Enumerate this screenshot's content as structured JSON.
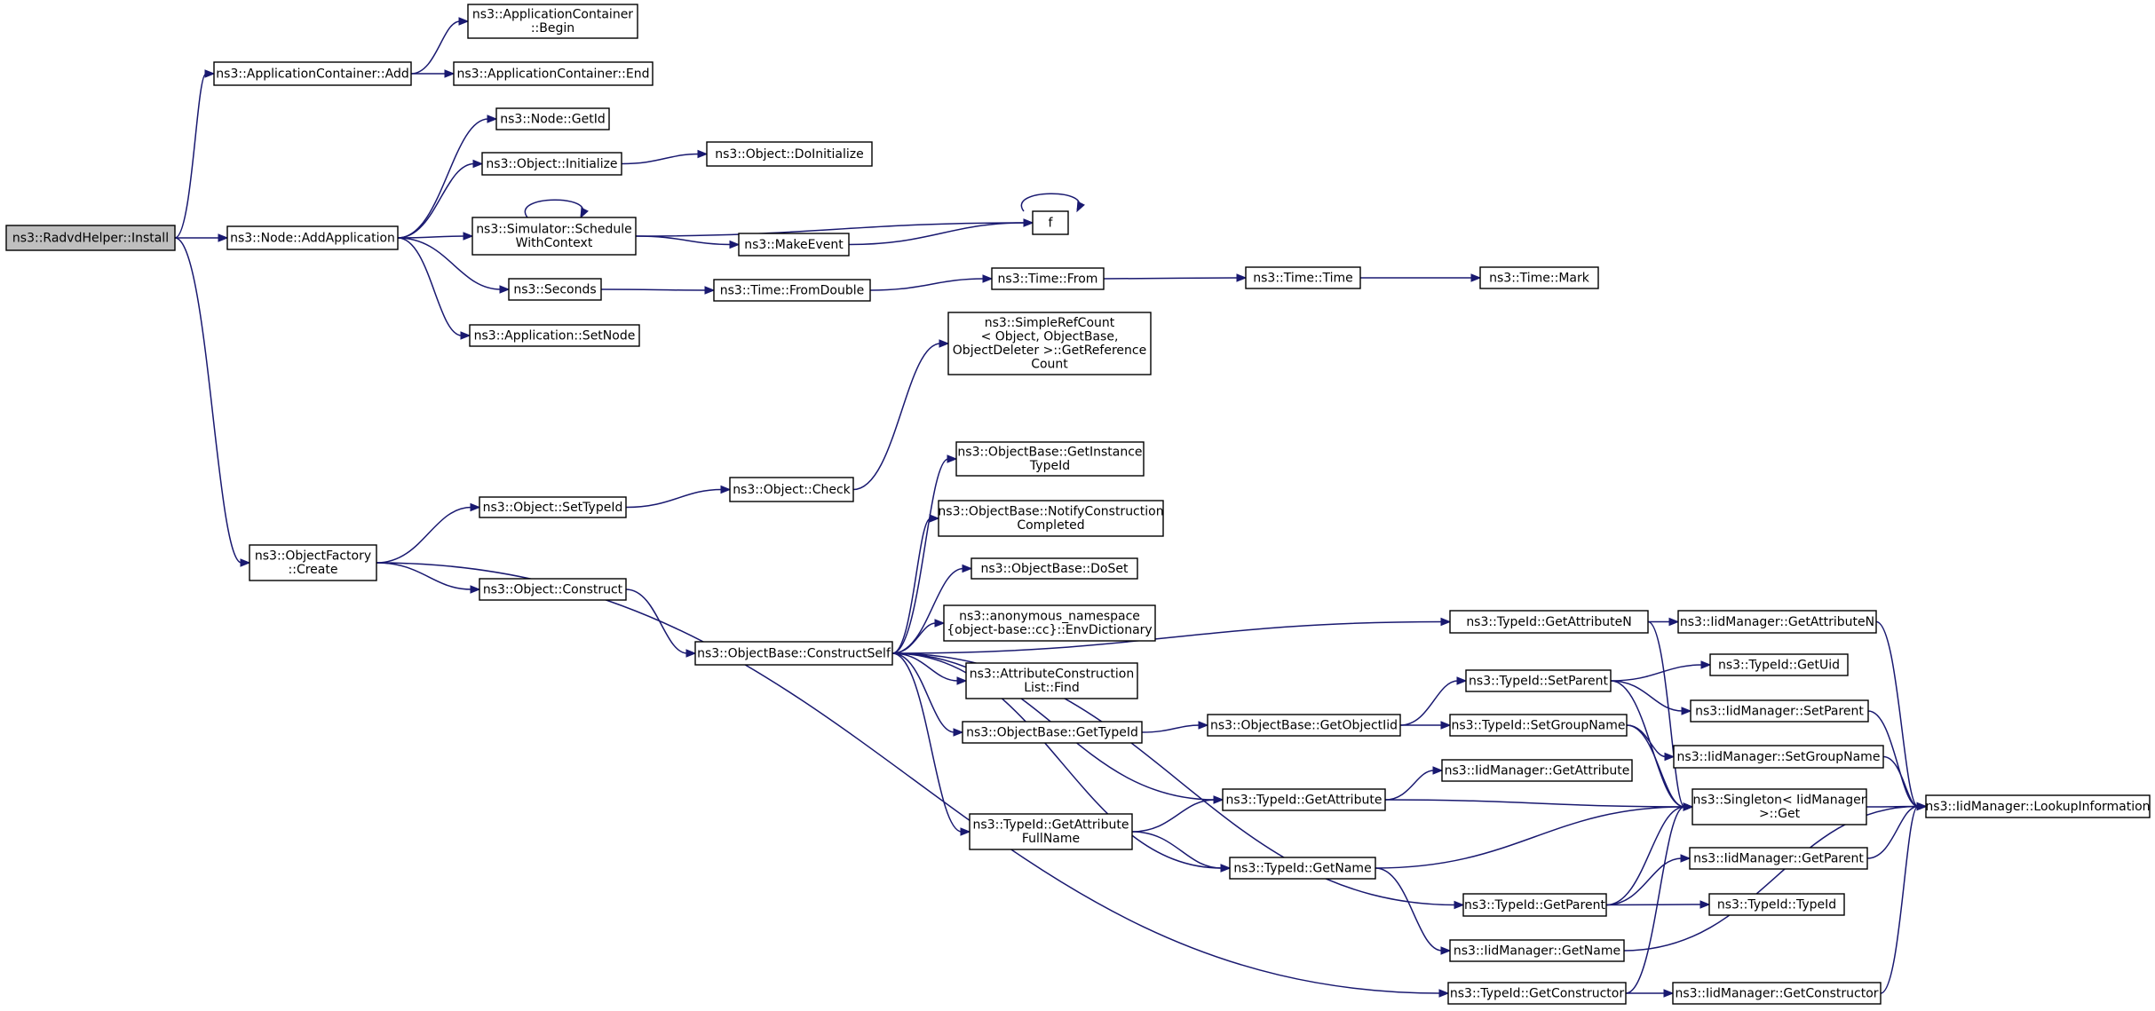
{
  "graph": {
    "nodes": [
      {
        "id": "n0",
        "lines": [
          "ns3::RadvdHelper::Install"
        ],
        "root": true
      },
      {
        "id": "n1",
        "lines": [
          "ns3::ApplicationContainer::Add"
        ]
      },
      {
        "id": "n2",
        "lines": [
          "ns3::ApplicationContainer",
          "::Begin"
        ]
      },
      {
        "id": "n3",
        "lines": [
          "ns3::ApplicationContainer::End"
        ]
      },
      {
        "id": "n4",
        "lines": [
          "ns3::Node::AddApplication"
        ]
      },
      {
        "id": "n5",
        "lines": [
          "ns3::Node::GetId"
        ]
      },
      {
        "id": "n6",
        "lines": [
          "ns3::Object::Initialize"
        ]
      },
      {
        "id": "n7",
        "lines": [
          "ns3::Object::DoInitialize"
        ]
      },
      {
        "id": "n8",
        "lines": [
          "ns3::Simulator::Schedule",
          "WithContext"
        ]
      },
      {
        "id": "n9",
        "lines": [
          "f"
        ]
      },
      {
        "id": "n10",
        "lines": [
          "ns3::MakeEvent"
        ]
      },
      {
        "id": "n11",
        "lines": [
          "ns3::Seconds"
        ]
      },
      {
        "id": "n12",
        "lines": [
          "ns3::Time::FromDouble"
        ]
      },
      {
        "id": "n13",
        "lines": [
          "ns3::Time::From"
        ]
      },
      {
        "id": "n14",
        "lines": [
          "ns3::Time::Time"
        ]
      },
      {
        "id": "n15",
        "lines": [
          "ns3::Time::Mark"
        ]
      },
      {
        "id": "n16",
        "lines": [
          "ns3::Application::SetNode"
        ]
      },
      {
        "id": "n17",
        "lines": [
          "ns3::ObjectFactory",
          "::Create"
        ]
      },
      {
        "id": "n18",
        "lines": [
          "ns3::Object::SetTypeId"
        ]
      },
      {
        "id": "n19",
        "lines": [
          "ns3::Object::Check"
        ]
      },
      {
        "id": "n20",
        "lines": [
          "ns3::SimpleRefCount",
          "< Object, ObjectBase,",
          "ObjectDeleter >::GetReference",
          "Count"
        ]
      },
      {
        "id": "n21",
        "lines": [
          "ns3::Object::Construct"
        ]
      },
      {
        "id": "n22",
        "lines": [
          "ns3::ObjectBase::ConstructSelf"
        ]
      },
      {
        "id": "n23",
        "lines": [
          "ns3::ObjectBase::GetInstance",
          "TypeId"
        ]
      },
      {
        "id": "n24",
        "lines": [
          "ns3::ObjectBase::NotifyConstruction",
          "Completed"
        ]
      },
      {
        "id": "n25",
        "lines": [
          "ns3::ObjectBase::DoSet"
        ]
      },
      {
        "id": "n26",
        "lines": [
          "ns3::anonymous_namespace",
          "{object-base::cc}::EnvDictionary"
        ]
      },
      {
        "id": "n27",
        "lines": [
          "ns3::AttributeConstruction",
          "List::Find"
        ]
      },
      {
        "id": "n28",
        "lines": [
          "ns3::ObjectBase::GetTypeId"
        ]
      },
      {
        "id": "n29",
        "lines": [
          "ns3::ObjectBase::GetObjectIid"
        ]
      },
      {
        "id": "n30",
        "lines": [
          "ns3::TypeId::GetAttributeN"
        ]
      },
      {
        "id": "n31",
        "lines": [
          "ns3::IidManager::GetAttributeN"
        ]
      },
      {
        "id": "n32",
        "lines": [
          "ns3::TypeId::SetParent"
        ]
      },
      {
        "id": "n33",
        "lines": [
          "ns3::TypeId::GetUid"
        ]
      },
      {
        "id": "n34",
        "lines": [
          "ns3::IidManager::SetParent"
        ]
      },
      {
        "id": "n35",
        "lines": [
          "ns3::TypeId::SetGroupName"
        ]
      },
      {
        "id": "n36",
        "lines": [
          "ns3::IidManager::SetGroupName"
        ]
      },
      {
        "id": "n37",
        "lines": [
          "ns3::IidManager::GetAttribute"
        ]
      },
      {
        "id": "n38",
        "lines": [
          "ns3::TypeId::GetAttribute"
        ]
      },
      {
        "id": "n39",
        "lines": [
          "ns3::Singleton< IidManager",
          ">::Get"
        ]
      },
      {
        "id": "n40",
        "lines": [
          "ns3::IidManager::LookupInformation"
        ]
      },
      {
        "id": "n41",
        "lines": [
          "ns3::TypeId::GetAttribute",
          "FullName"
        ]
      },
      {
        "id": "n42",
        "lines": [
          "ns3::TypeId::GetName"
        ]
      },
      {
        "id": "n43",
        "lines": [
          "ns3::IidManager::GetParent"
        ]
      },
      {
        "id": "n44",
        "lines": [
          "ns3::TypeId::GetParent"
        ]
      },
      {
        "id": "n45",
        "lines": [
          "ns3::TypeId::TypeId"
        ]
      },
      {
        "id": "n46",
        "lines": [
          "ns3::IidManager::GetName"
        ]
      },
      {
        "id": "n47",
        "lines": [
          "ns3::TypeId::GetConstructor"
        ]
      },
      {
        "id": "n48",
        "lines": [
          "ns3::IidManager::GetConstructor"
        ]
      }
    ],
    "edges": [
      [
        "n0",
        "n1"
      ],
      [
        "n0",
        "n4"
      ],
      [
        "n0",
        "n17"
      ],
      [
        "n1",
        "n2"
      ],
      [
        "n1",
        "n3"
      ],
      [
        "n4",
        "n5"
      ],
      [
        "n4",
        "n6"
      ],
      [
        "n4",
        "n8"
      ],
      [
        "n4",
        "n11"
      ],
      [
        "n4",
        "n16"
      ],
      [
        "n6",
        "n7"
      ],
      [
        "n8",
        "n8"
      ],
      [
        "n8",
        "n9"
      ],
      [
        "n8",
        "n10"
      ],
      [
        "n9",
        "n9"
      ],
      [
        "n10",
        "n9"
      ],
      [
        "n11",
        "n12"
      ],
      [
        "n12",
        "n13"
      ],
      [
        "n13",
        "n14"
      ],
      [
        "n14",
        "n15"
      ],
      [
        "n17",
        "n18"
      ],
      [
        "n17",
        "n21"
      ],
      [
        "n17",
        "n47"
      ],
      [
        "n18",
        "n19"
      ],
      [
        "n19",
        "n20"
      ],
      [
        "n21",
        "n22"
      ],
      [
        "n22",
        "n30"
      ],
      [
        "n22",
        "n23"
      ],
      [
        "n22",
        "n24"
      ],
      [
        "n22",
        "n25"
      ],
      [
        "n22",
        "n26"
      ],
      [
        "n22",
        "n27"
      ],
      [
        "n22",
        "n28"
      ],
      [
        "n22",
        "n38"
      ],
      [
        "n22",
        "n41"
      ],
      [
        "n22",
        "n42"
      ],
      [
        "n22",
        "n44"
      ],
      [
        "n28",
        "n29"
      ],
      [
        "n29",
        "n32"
      ],
      [
        "n29",
        "n35"
      ],
      [
        "n30",
        "n31"
      ],
      [
        "n30",
        "n39"
      ],
      [
        "n31",
        "n40"
      ],
      [
        "n32",
        "n33"
      ],
      [
        "n32",
        "n34"
      ],
      [
        "n32",
        "n39"
      ],
      [
        "n34",
        "n40"
      ],
      [
        "n35",
        "n36"
      ],
      [
        "n35",
        "n39"
      ],
      [
        "n36",
        "n40"
      ],
      [
        "n38",
        "n37"
      ],
      [
        "n38",
        "n39"
      ],
      [
        "n39",
        "n40"
      ],
      [
        "n41",
        "n38"
      ],
      [
        "n41",
        "n42"
      ],
      [
        "n42",
        "n39"
      ],
      [
        "n42",
        "n46"
      ],
      [
        "n43",
        "n40"
      ],
      [
        "n44",
        "n43"
      ],
      [
        "n44",
        "n45"
      ],
      [
        "n44",
        "n39"
      ],
      [
        "n46",
        "n40"
      ],
      [
        "n47",
        "n48"
      ],
      [
        "n47",
        "n39"
      ],
      [
        "n48",
        "n40"
      ]
    ]
  }
}
